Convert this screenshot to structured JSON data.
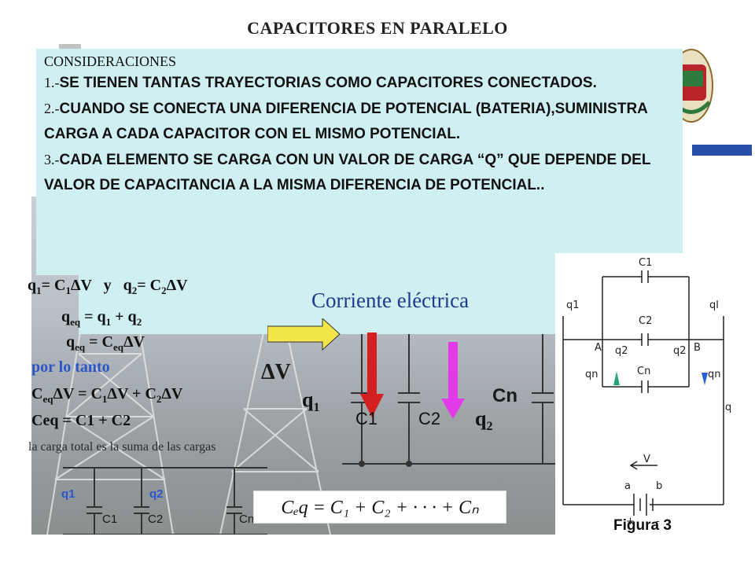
{
  "title": "CAPACITORES EN PARALELO",
  "consideraciones": {
    "heading": "CONSIDERACIONES",
    "items": [
      {
        "num": "1.-",
        "text": "SE TIENEN TANTAS TRAYECTORIAS COMO CAPACITORES CONECTADOS."
      },
      {
        "num": "2.-",
        "text": "CUANDO SE CONECTA UNA DIFERENCIA DE POTENCIAL (BATERIA),SUMINISTRA CARGA A CADA CAPACITOR CON EL MISMO POTENCIAL."
      },
      {
        "num": "3.-",
        "text": "CADA ELEMENTO SE CARGA CON UN VALOR DE CARGA “Q” QUE DEPENDE DEL VALOR DE CAPACITANCIA  A LA MISMA DIFERENCIA DE POTENCIAL.."
      }
    ]
  },
  "equations": {
    "q1_lhs": "q",
    "q1_sub": "1",
    "q1_rhs": "= C",
    "q1_c_sub": "1",
    "q1_dv": "ΔV",
    "and_word": "y",
    "q2_lhs": "q",
    "q2_sub": "2",
    "q2_rhs": "= C",
    "q2_c_sub": "2",
    "q2_dv": "ΔV",
    "qeq_line": [
      "q",
      "eq",
      " = q",
      "1",
      " + q",
      "2"
    ],
    "qeq_ceq_line": [
      "q",
      "eq",
      " = C",
      "eq",
      "ΔV"
    ],
    "por_lo_tanto": "por lo tanto",
    "ceq_dv_line": [
      "C",
      "eq",
      "ΔV = C",
      "1",
      "ΔV + C",
      "2",
      "ΔV"
    ],
    "ceq_sum": "Ceq  =  C1  + C2",
    "carga_total": "la carga total es la suma de las cargas"
  },
  "corriente_label": "Corriente eléctrica",
  "delta_v": "ΔV",
  "circuit_main": {
    "q1": "q",
    "q1_sub": "1",
    "q2": "q",
    "q2_sub": "2",
    "cn": "Cn",
    "c1": "C1",
    "c2": "C2"
  },
  "circuit_small": {
    "q1": "q1",
    "q2": "q2",
    "c1": "C1",
    "c2": "C2",
    "cn": "Cn"
  },
  "ceq_formula": "Cₑq = C₁ + C₂ + · · · + Cₙ",
  "figura": {
    "label": "Figura 3",
    "c1": "C1",
    "c2": "C2",
    "cn": "Cn",
    "a": "A",
    "b": "B",
    "q1l": "q1",
    "q1r": "ql",
    "q2l": "q2",
    "q2r": "q2",
    "qnl": "qn",
    "qnr": "qn",
    "q": "q",
    "v": "V",
    "a_small": "a",
    "b_small": "b",
    "plus": "+",
    "minus": "-"
  },
  "colors": {
    "box_bg": "#cfeff1",
    "title_color": "#222222",
    "por_color": "#2c56c8",
    "arrow_red": "#d42020",
    "arrow_magenta": "#e23ae6",
    "arrow_yellow": "#f3e64b"
  }
}
